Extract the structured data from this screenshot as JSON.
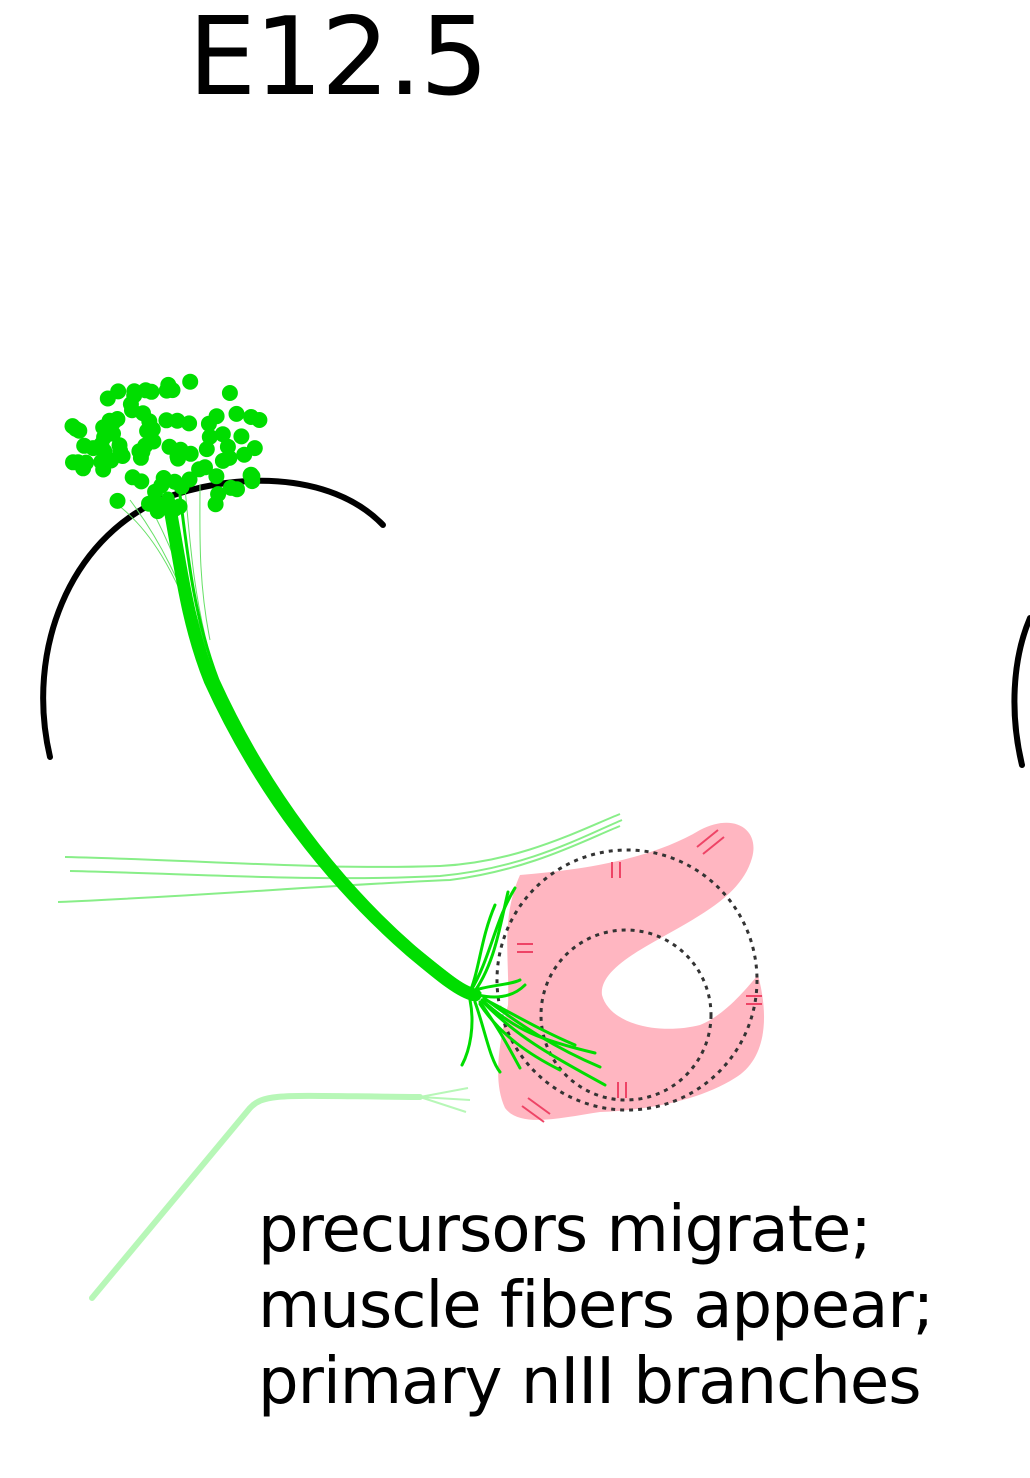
{
  "title": "E12.5",
  "caption": [
    "precursors migrate;",
    "muscle fibers appear;",
    "primary nIII branches"
  ],
  "colors": {
    "neuron": "#00dd00",
    "axon_light": "#88ee88",
    "axon_pale": "#b7f7b7",
    "muscle": "#ffb6c1",
    "muscle_mark": "#ee4466",
    "outline": "#000000",
    "dotted": "#333333"
  },
  "icons": {
    "cell_cluster": "oculomotor-nucleus-cell-cluster",
    "muscle": "extraocular-muscle-mass",
    "eye": "eye-outline-dotted"
  }
}
